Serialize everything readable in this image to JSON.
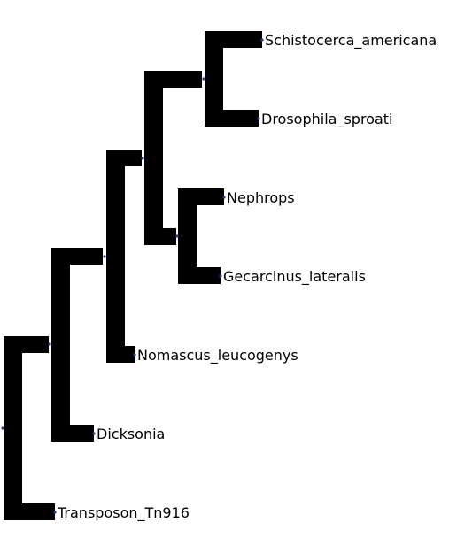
{
  "tree": {
    "branch_color": "#000000",
    "node_color": "#1f3fa0",
    "label_color": "#000000",
    "leaves": [
      {
        "id": "schistocerca",
        "label": "Schistocerca_americana"
      },
      {
        "id": "drosophila",
        "label": "Drosophila_sproati"
      },
      {
        "id": "nephrops",
        "label": "Nephrops"
      },
      {
        "id": "gecarcinus",
        "label": "Gecarcinus_lateralis"
      },
      {
        "id": "nomascus",
        "label": "Nomascus_leucogenys"
      },
      {
        "id": "dicksonia",
        "label": "Dicksonia"
      },
      {
        "id": "transposon",
        "label": "Transposon_Tn916"
      }
    ]
  }
}
